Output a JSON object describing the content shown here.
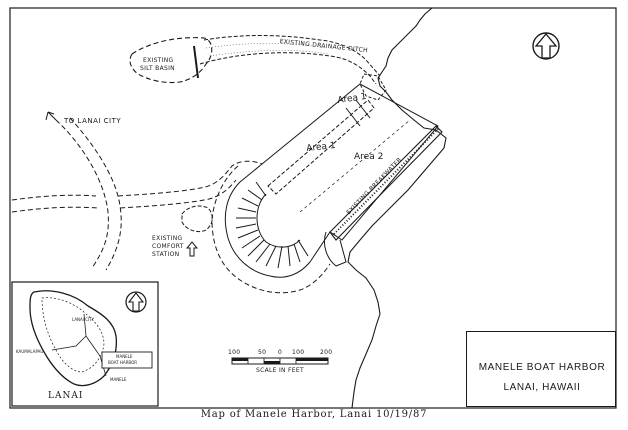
{
  "labels": {
    "silt_basin_line1": "EXISTING",
    "silt_basin_line2": "SILT BASIN",
    "drainage_ditch": "EXISTING DRAINAGE DITCH",
    "to_lanai_city": "TO LANAI CITY",
    "area1_upper": "Area 1",
    "area1_lower": "Area 1",
    "area2": "Area 2",
    "comfort_line1": "EXISTING",
    "comfort_line2": "COMFORT",
    "comfort_line3": "STATION",
    "breakwater": "EXISTING BREAKWATER"
  },
  "scale_bar": {
    "ticks": [
      "100",
      "50",
      "0",
      "100",
      "200"
    ],
    "label": "SCALE IN FEET"
  },
  "inset": {
    "island_name": "LANAI",
    "lanai_city": "LANAI CITY",
    "kaumalapau": "KAUMALAPAU",
    "manele_box_line1": "MANELE",
    "manele_box_line2": "BOAT HARBOR",
    "manele": "MANELE"
  },
  "title_block": {
    "line1": "MANELE BOAT HARBOR",
    "line2": "LANAI, HAWAII"
  },
  "caption": "Map of Manele Harbor, Lanai 10/19/87",
  "icons": [
    "north-arrow-icon",
    "north-arrow-icon",
    "comfort-station-icon"
  ]
}
